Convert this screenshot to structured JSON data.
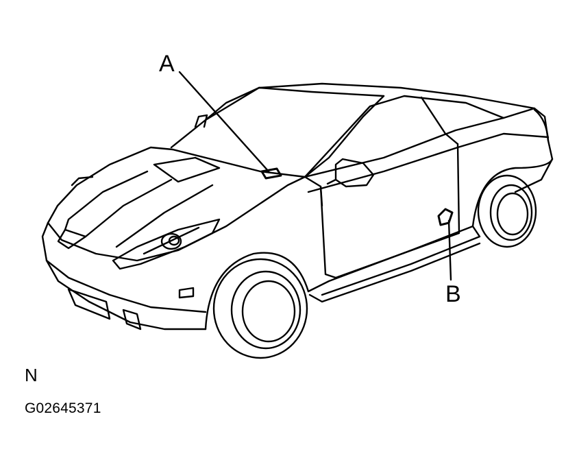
{
  "diagram": {
    "callouts": [
      {
        "id": "A",
        "label": "A"
      },
      {
        "id": "B",
        "label": "B"
      }
    ],
    "view_letter": "N",
    "figure_code": "G02645371"
  }
}
